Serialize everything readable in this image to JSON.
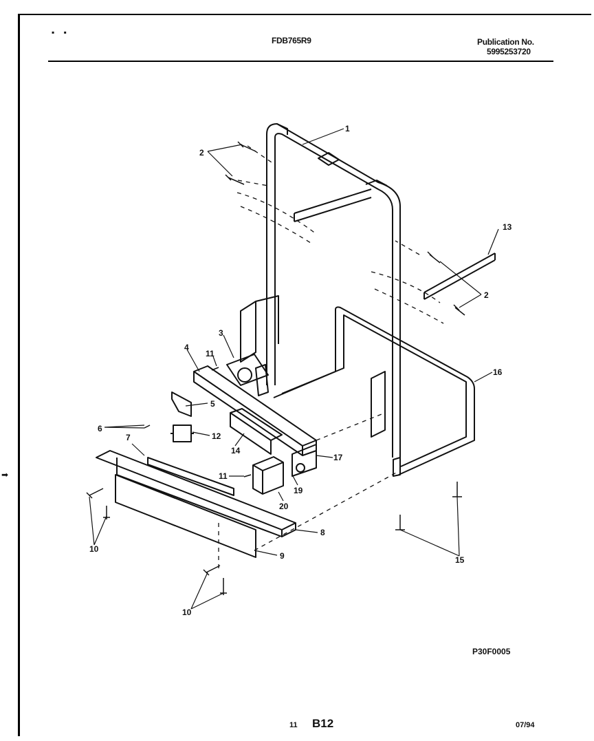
{
  "header": {
    "model": "FDB765R9",
    "publication_label": "Publication No.",
    "publication_number": "5995253720"
  },
  "diagram": {
    "callouts": [
      "1",
      "2",
      "2",
      "13",
      "3",
      "4",
      "11",
      "5",
      "6",
      "12",
      "14",
      "7",
      "11",
      "17",
      "19",
      "20",
      "8",
      "9",
      "10",
      "10",
      "16",
      "15"
    ],
    "code": "P30F0005"
  },
  "footer": {
    "page_number": "11",
    "section": "B12",
    "date": "07/94"
  }
}
